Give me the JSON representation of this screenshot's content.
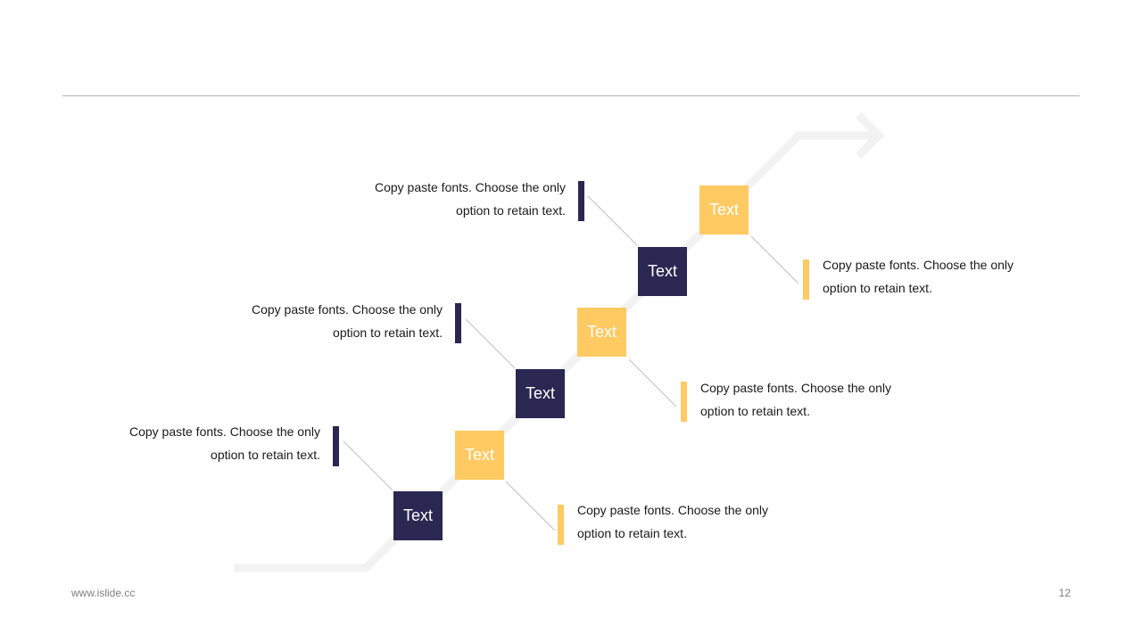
{
  "steps": [
    {
      "label": "Text",
      "color": "#2a2752",
      "description": "Copy paste fonts. Choose the only option to retain text."
    },
    {
      "label": "Text",
      "color": "#ffca62",
      "description": "Copy paste fonts. Choose the only option to retain text."
    },
    {
      "label": "Text",
      "color": "#2a2752",
      "description": "Copy paste fonts. Choose the only option to retain text."
    },
    {
      "label": "Text",
      "color": "#ffca62",
      "description": "Copy paste fonts. Choose the only option to retain text."
    },
    {
      "label": "Text",
      "color": "#2a2752",
      "description": "Copy paste fonts. Choose the only option to retain text."
    },
    {
      "label": "Text",
      "color": "#ffca62",
      "description": "Copy paste fonts. Choose the only option to retain text."
    }
  ],
  "footer": {
    "url": "www.islide.cc",
    "page_number": "12"
  },
  "colors": {
    "navy": "#2a2752",
    "yellow": "#ffca62",
    "arrow": "#f2f2f2",
    "connector": "#bfbfbf"
  }
}
